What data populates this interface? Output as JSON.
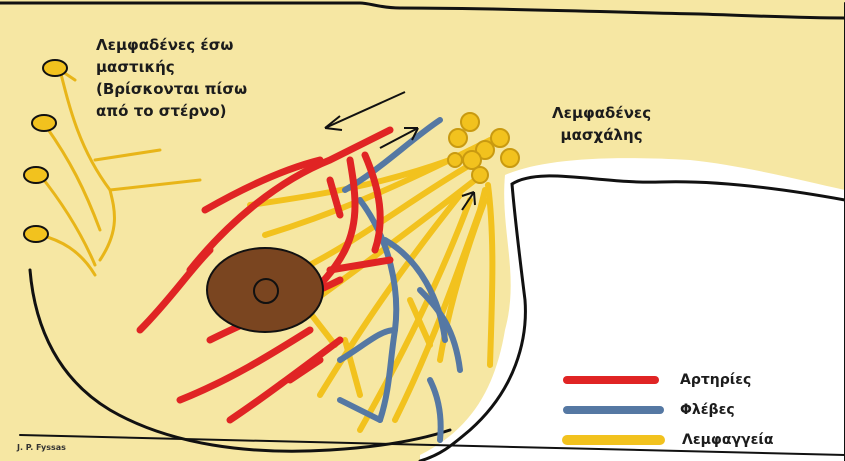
{
  "labels": {
    "internal_nodes_line1": "Λεμφαδένες έσω",
    "internal_nodes_line2": "μαστικής",
    "internal_nodes_line3": "(Βρίσκονται πίσω",
    "internal_nodes_line4": "από το στέρνο)",
    "axillary_nodes_line1": "Λεμφαδένες",
    "axillary_nodes_line2": "μασχάλης",
    "credit": "J. P. Fyssas"
  },
  "legend": [
    {
      "label": "Αρτηρίες",
      "color": "#e02424"
    },
    {
      "label": "Φλέβες",
      "color": "#5578a3"
    },
    {
      "label": "Λεμφαγγεία",
      "color": "#f2c21e"
    }
  ],
  "colors": {
    "skin": "#f6e7a3",
    "artery": "#e02424",
    "vein": "#5578a3",
    "lymph": "#f2c21e",
    "areola": "#7a4520",
    "outline": "#111111"
  }
}
